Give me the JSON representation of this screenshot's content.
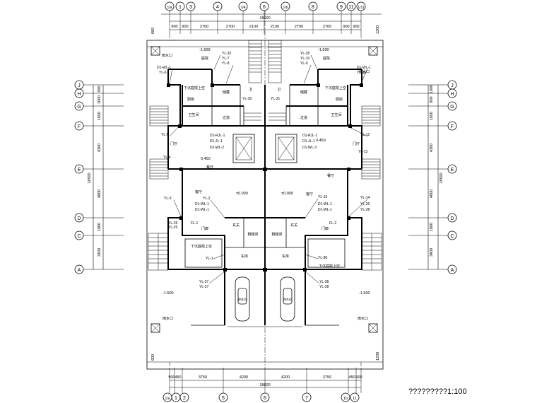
{
  "grid_top": [
    "1/a",
    "1",
    "3",
    "4",
    "1/4",
    "6",
    "1/6",
    "8",
    "9",
    "11",
    "1/11"
  ],
  "grid_bottom": [
    "1/a",
    "1",
    "2",
    "5",
    "6",
    "7",
    "10",
    "11"
  ],
  "grid_left": [
    "J",
    "H",
    "G",
    "F",
    "E",
    "D",
    "C",
    "A"
  ],
  "grid_right": [
    "J",
    "H",
    "G",
    "F",
    "E",
    "D",
    "C",
    "A"
  ],
  "dims_top": [
    "900",
    "900",
    "2700",
    "2700",
    "2100",
    "2100",
    "2700",
    "2700",
    "900",
    "900"
  ],
  "dims_top_total": "18600",
  "dims_bottom": [
    "900",
    "450",
    "3750",
    "4200",
    "4200",
    "3750",
    "450",
    "900"
  ],
  "dims_bottom_total": "18600",
  "dims_left": [
    "900",
    "1000",
    "1650",
    "4300",
    "4800",
    "1800",
    "3400"
  ],
  "dims_left_total": "18500",
  "dims_right": [
    "1000",
    "900",
    "1650",
    "4300",
    "4800",
    "1800",
    "3400"
  ],
  "dims_right_total": "18500",
  "side_dims": [
    "600",
    "1200",
    "600",
    "1200"
  ],
  "rooms": {
    "yard_tl": "庭院",
    "yard_tr": "庭院",
    "bath_l": "卫生间",
    "bath_r": "卫生间",
    "kitchen_l": "厨房",
    "kitchen_r": "厨房",
    "stor_l": "储藏",
    "stor_r": "储藏",
    "hall_l": "过道",
    "hall_r": "过道",
    "toilet_l": "卫",
    "toilet_r": "卫",
    "entry_l": "门厅",
    "entry_r": "门厅",
    "dining_l": "餐厅",
    "dining_r": "餐厅",
    "living_l": "客厅",
    "living_r": "客厅",
    "foyer_l": "玄关",
    "foyer_r": "玄关",
    "shoe_l": "鞋帽间",
    "shoe_r": "鞋帽间",
    "porch_l": "门廊",
    "porch_r": "门廊",
    "garage_l": "车库",
    "garage_r": "车库",
    "parking_l": "停车位",
    "parking_r": "停车位",
    "basement_l": "下沉庭院上空",
    "basement_r": "下沉庭院上空",
    "sunken_l": "下沉庭院上空",
    "sunken_r": "下沉庭院上空",
    "drain": "雨水口"
  },
  "levels": {
    "tl": "-1.500",
    "tr": "-1.500",
    "bl": "-1.500",
    "br": "-1.500",
    "mid": "0.450",
    "mid_r": "0.450",
    "liv_l": "±0.000",
    "liv_r": "±0.000"
  },
  "tags_left": [
    "YL-32",
    "YL-7",
    "YL-8",
    "D1-WL-1",
    "YL-6",
    "YL-5",
    "YL-4",
    "YL-3",
    "YL-2",
    "D1-WL-1",
    "D1-WL-1",
    "YL-25",
    "YL-25",
    "FL-1",
    "YL-1",
    "YL-27",
    "YL-27",
    "YL-30",
    "D1-RJL-1",
    "D1-JL-1",
    "D1-WL-2"
  ],
  "tags_right": [
    "YL-35",
    "YL-10",
    "YL-9",
    "D1-WL-1",
    "YL-11",
    "YL-12",
    "YL-13",
    "YL-14",
    "YL-15",
    "D1-WL-1",
    "D1-WL-1",
    "YL-26",
    "YL-28",
    "FL-2",
    "YL-86",
    "YL-28",
    "YL-28",
    "YL-31",
    "D1-RJL-1",
    "D1-JL-1",
    "D1-WL-3"
  ],
  "scale_label": "?????????1:100"
}
